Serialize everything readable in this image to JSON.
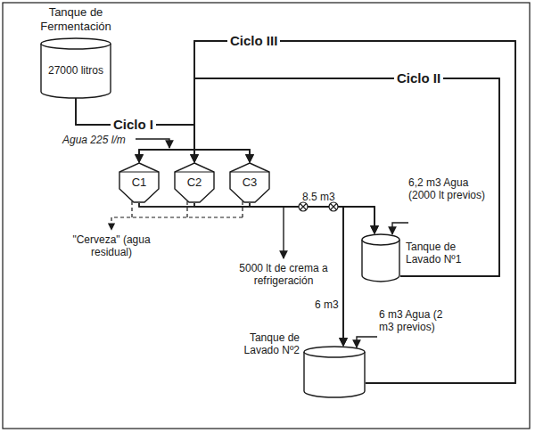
{
  "diagram": {
    "nodes": [
      {
        "text": [
          "Tanque de Fermentación",
          "27000 litros"
        ]
      },
      {
        "text": [
          "C1"
        ]
      },
      {
        "text": [
          "C2"
        ]
      },
      {
        "text": [
          "C3"
        ]
      },
      {
        "text": [
          "Tanque de Lavado Nº1"
        ]
      },
      {
        "text": [
          "Tanque de Lavado Nº2"
        ]
      }
    ],
    "edges": [
      {
        "from": 0,
        "to": 1,
        "arrow": "to"
      },
      {
        "from": 0,
        "to": 2,
        "arrow": "to"
      },
      {
        "from": 0,
        "to": 3,
        "arrow": "to"
      },
      {
        "from": 1,
        "to": 4,
        "arrow": "to"
      },
      {
        "from": 2,
        "to": 4,
        "arrow": "to"
      },
      {
        "from": 3,
        "to": 4,
        "arrow": "to"
      },
      {
        "from": 1,
        "to": 5,
        "arrow": "to"
      },
      {
        "from": 2,
        "to": 5,
        "arrow": "to"
      },
      {
        "from": 3,
        "to": 5,
        "arrow": "to"
      },
      {
        "from": 4,
        "to": 1,
        "arrow": "to"
      },
      {
        "from": 4,
        "to": 2,
        "arrow": "to"
      },
      {
        "from": 4,
        "to": 3,
        "arrow": "to"
      },
      {
        "from": 5,
        "to": 1,
        "arrow": "to"
      },
      {
        "from": 5,
        "to": 2,
        "arrow": "to"
      },
      {
        "from": 5,
        "to": 3,
        "arrow": "to"
      }
    ],
    "labels": [
      "Ciclo III",
      "Ciclo II",
      "Ciclo I",
      "Agua 225 l/m",
      "\"Cerveza\" (agua residual)",
      "5000 lt de crema a refrigeración",
      "8.5 m3",
      "6,2 m3 Agua (2000 lt previos)",
      "6 m3",
      "6 m3 Agua (2 m3 previos)"
    ]
  }
}
